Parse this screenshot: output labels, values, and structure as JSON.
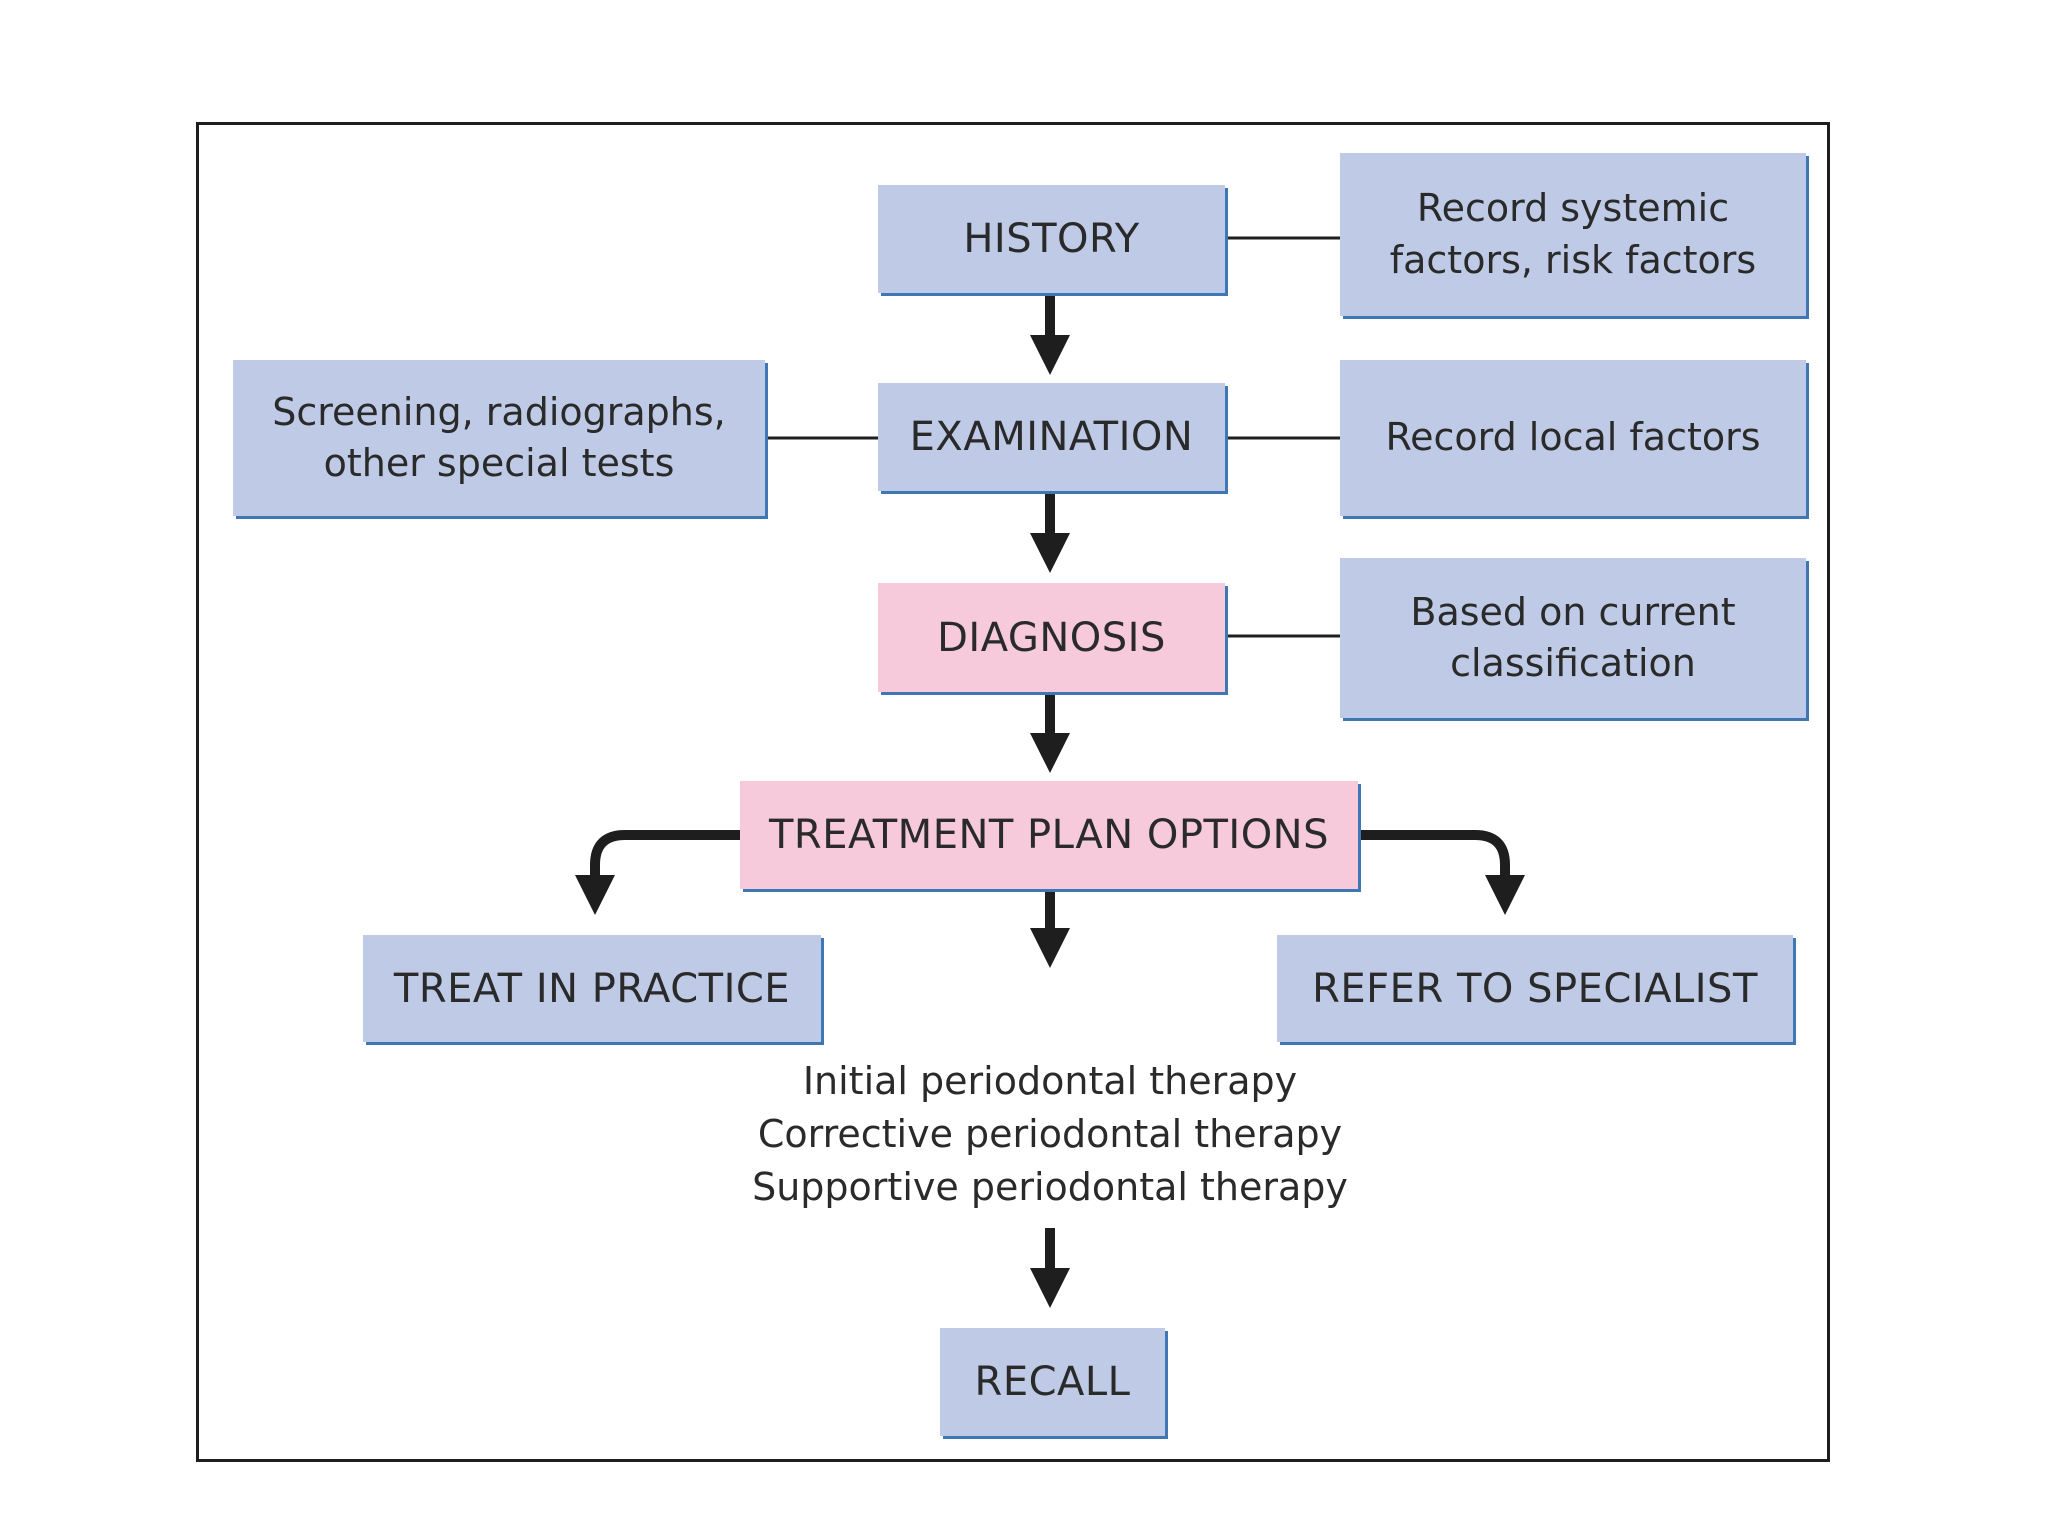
{
  "nodes": {
    "history": "HISTORY",
    "examination": "EXAMINATION",
    "diagnosis": "DIAGNOSIS",
    "treatment_plan": "TREATMENT PLAN OPTIONS",
    "treat_in_practice": "TREAT IN PRACTICE",
    "refer_to_specialist": "REFER TO SPECIALIST",
    "recall": "RECALL"
  },
  "notes": {
    "history_note": "Record systemic\nfactors, risk factors",
    "examination_left_note": "Screening, radiographs,\nother special tests",
    "examination_right_note": "Record local factors",
    "diagnosis_note": "Based on current\nclassification"
  },
  "therapies": [
    "Initial periodontal therapy",
    "Corrective periodontal therapy",
    "Supportive periodontal therapy"
  ],
  "colors": {
    "node_blue": "#bfcbe6",
    "node_pink": "#f6cadb",
    "border_shadow": "#3f77b5",
    "arrow": "#1e1e1e"
  }
}
